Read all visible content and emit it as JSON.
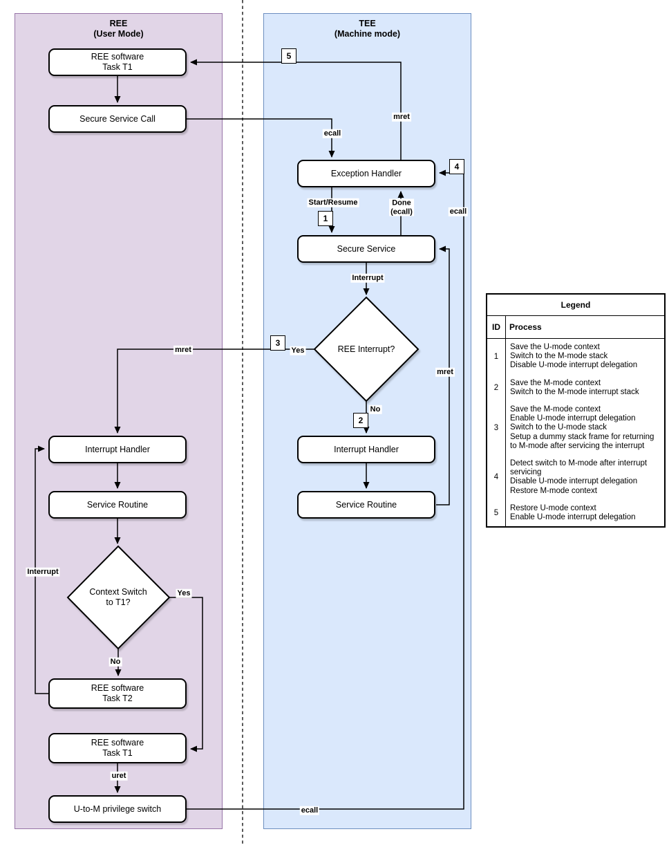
{
  "panels": {
    "ree": {
      "title": "REE\n(User Mode)"
    },
    "tee": {
      "title": "TEE\n(Machine mode)"
    }
  },
  "nodes": {
    "ree_task_t1_top": "REE software\nTask T1",
    "secure_service_call": "Secure Service Call",
    "exception_handler": "Exception Handler",
    "secure_service": "Secure Service",
    "ree_interrupt_q": "REE Interrupt?",
    "tee_interrupt_handler": "Interrupt Handler",
    "tee_service_routine": "Service Routine",
    "ree_interrupt_handler": "Interrupt Handler",
    "ree_service_routine": "Service Routine",
    "context_switch_q": "Context Switch\nto T1?",
    "ree_task_t2": "REE software\nTask T2",
    "ree_task_t1_bottom": "REE software\nTask T1",
    "u_to_m_switch": "U-to-M privilege switch"
  },
  "edge_labels": {
    "ecall_to_exception": "ecall",
    "mret_to_task1": "mret",
    "start_resume": "Start/Resume",
    "done_ecall": "Done\n(ecall)",
    "ecall_right_vertical": "ecall",
    "interrupt_tee": "Interrupt",
    "yes_tee": "Yes",
    "mret_to_ree": "mret",
    "no_tee": "No",
    "mret_service_to_secure": "mret",
    "interrupt_ree_loop": "Interrupt",
    "yes_ree": "Yes",
    "no_ree": "No",
    "uret": "uret",
    "ecall_bottom": "ecall"
  },
  "badges": {
    "b1": "1",
    "b2": "2",
    "b3": "3",
    "b4": "4",
    "b5": "5"
  },
  "legend": {
    "title": "Legend",
    "col_id": "ID",
    "col_process": "Process",
    "rows": [
      {
        "id": "1",
        "process": "Save the U-mode context\nSwitch to the M-mode stack\nDisable U-mode interrupt delegation"
      },
      {
        "id": "2",
        "process": "Save the M-mode context\nSwitch to the M-mode interrupt stack"
      },
      {
        "id": "3",
        "process": "Save the M-mode context\nEnable U-mode interrupt delegation\nSwitch to the U-mode stack\nSetup a dummy stack frame for returning to M-mode after servicing the interrupt"
      },
      {
        "id": "4",
        "process": "Detect switch to M-mode after interrupt servicing\nDisable U-mode interrupt delegation\nRestore M-mode context"
      },
      {
        "id": "5",
        "process": "Restore U-mode context\nEnable U-mode interrupt delegation"
      }
    ]
  },
  "colors": {
    "ree_fill": "#E1D5E7",
    "ree_border": "#9673A6",
    "tee_fill": "#DAE8FC",
    "tee_border": "#6C8EBF",
    "node_fill": "#FFFFFF",
    "line": "#000000"
  }
}
